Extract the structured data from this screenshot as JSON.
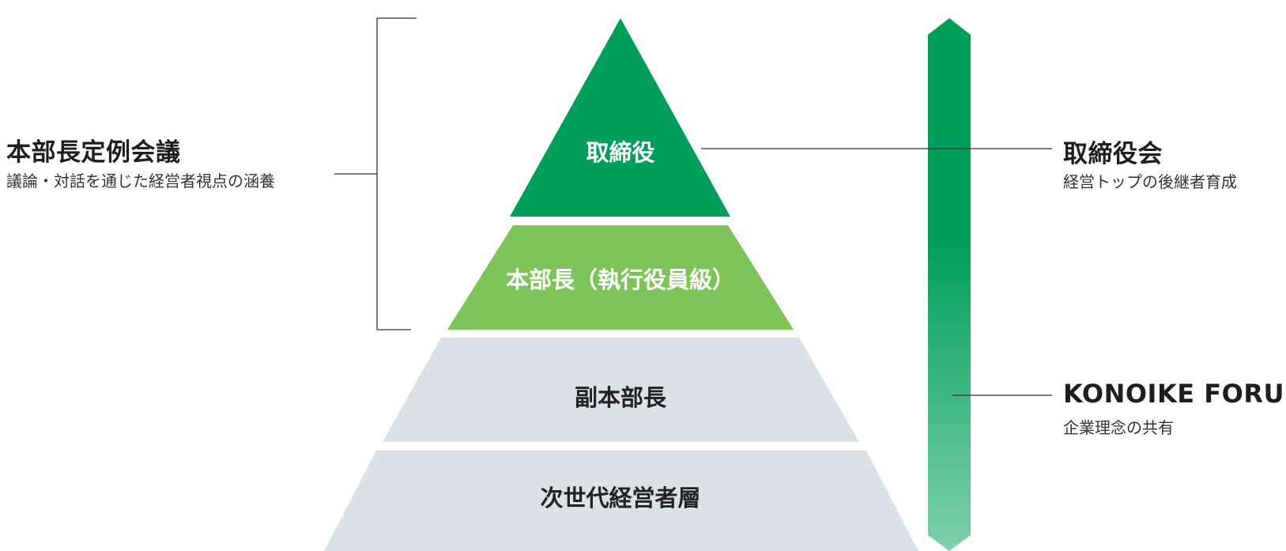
{
  "left_group": {
    "title": "本部長定例会議",
    "subtitle": "議論・対話を通じた経営者視点の涵養"
  },
  "pyramid": [
    {
      "label": "取締役",
      "color": "#009e5b"
    },
    {
      "label": "本部長（執行役員級）",
      "color": "#7cc35a"
    },
    {
      "label": "副本部長",
      "color": "#dbe1e6"
    },
    {
      "label": "次世代経営者層",
      "color": "#dbe1e6"
    }
  ],
  "right_labels": [
    {
      "title": "取締役会",
      "subtitle": "経営トップの後継者育成"
    },
    {
      "title": "KONOIKE FORUM",
      "subtitle": "企業理念の共有"
    }
  ],
  "colors": {
    "arrow_top": "#009e5b",
    "arrow_bottom": "#7fd1ac",
    "line": "#333333"
  }
}
